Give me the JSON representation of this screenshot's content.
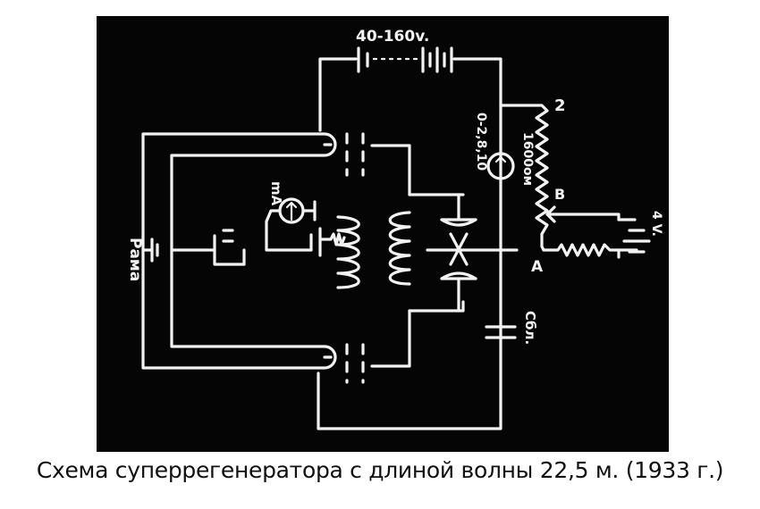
{
  "caption": "Схема суперрегенератора с длиной волны 22,5 м. (1933 г.)",
  "labels": {
    "battery_voltage": "40-160v.",
    "meter_range": "0-2,8,10",
    "resistor_value": "1600ом",
    "point_2": "2",
    "point_b": "B",
    "point_a": "A",
    "right_battery": "4 V.",
    "capacitor": "Сбл.",
    "milliammeter": "mA",
    "frame": "Рама"
  },
  "colors": {
    "background": "#ffffff",
    "schematic_bg": "#050505",
    "ink": "#f2f2f2",
    "caption_text": "#111111"
  }
}
